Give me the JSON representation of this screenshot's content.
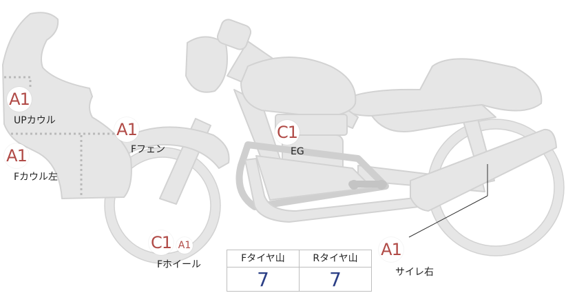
{
  "parts": {
    "up_cowl": {
      "grade": "A1",
      "label": "UPカウル"
    },
    "f_cowl_left": {
      "grade": "A1",
      "label": "Fカウル左"
    },
    "f_fender": {
      "grade": "A1",
      "label": "Fフェン"
    },
    "engine": {
      "grade": "C1",
      "label": "EG"
    },
    "f_wheel": {
      "grade_1": "C1",
      "grade_2": "A1",
      "label": "Fホイール"
    },
    "silencer_right": {
      "grade": "A1",
      "label": "サイレ右"
    }
  },
  "tire_table": {
    "front": {
      "header": "Fタイヤ山",
      "value": "7"
    },
    "rear": {
      "header": "Rタイヤ山",
      "value": "7"
    }
  },
  "colors": {
    "body_fill": "#e6e6e6",
    "body_stroke": "#cfcfcf",
    "grade_text": "#b04a46",
    "tire_value": "#2b3f86"
  }
}
